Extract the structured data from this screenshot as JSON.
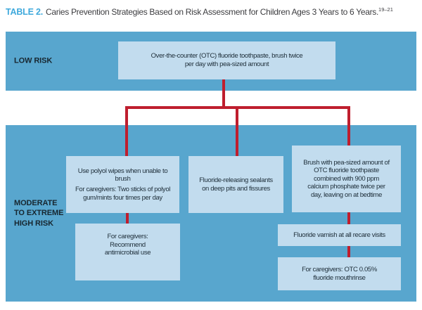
{
  "title": {
    "label": "TABLE 2.",
    "text": "Caries Prevention Strategies Based on Risk Assessment for Children Ages 3 Years to 6 Years.",
    "reference": "19–21"
  },
  "colors": {
    "band_blue": "#58a6ce",
    "box_blue": "#c2dcee",
    "connector_red": "#bf1e2e",
    "title_accent": "#3fa9dc",
    "dark_text": "#20303b"
  },
  "low_risk": {
    "label": "LOW RISK",
    "otc_box": [
      "Over-the-counter (OTC) fluoride toothpaste, brush twice",
      "per day with pea-sized amount"
    ]
  },
  "moderate_risk": {
    "label": [
      "MODERATE",
      "TO EXTREME",
      "HIGH RISK"
    ],
    "polyol_box": {
      "line1": [
        "Use polyol wipes when unable to",
        "brush"
      ],
      "line2": [
        "For caregivers: Two sticks of polyol",
        "gum/mints four times per day"
      ]
    },
    "sealants_box": [
      "Fluoride-releasing sealants",
      "on deep pits and fissures"
    ],
    "brush_box": [
      "Brush with pea-sized amount of",
      "OTC fluoride toothpaste",
      "combined with 900 ppm",
      "calcium phosphate twice per",
      "day, leaving on at bedtime"
    ],
    "antimicrobial_box": [
      "For caregivers:",
      "Recommend",
      "antimicrobial use"
    ],
    "varnish_box": [
      "Fluoride varnish at all recare visits"
    ],
    "mouthrinse_box": [
      "For caregivers: OTC 0.05%",
      "fluoride mouthrinse"
    ]
  }
}
